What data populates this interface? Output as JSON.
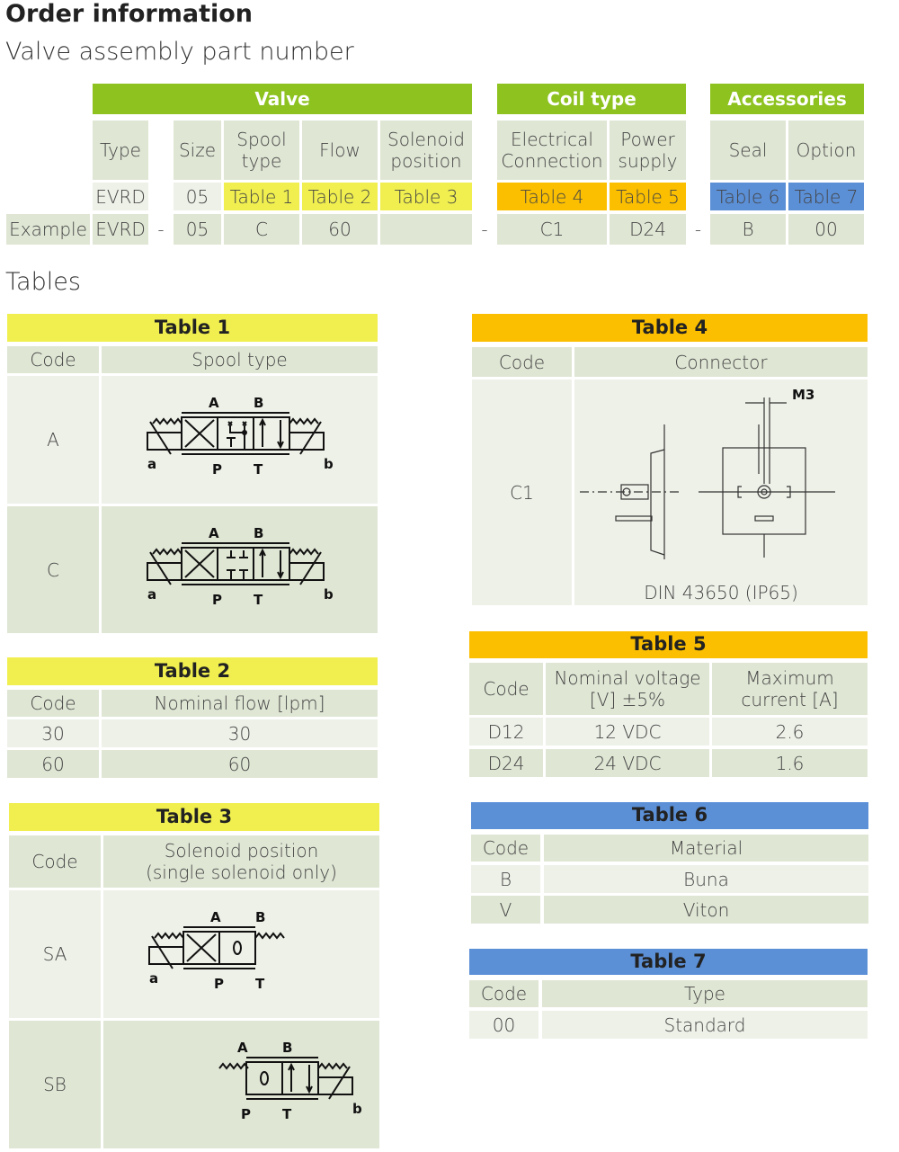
{
  "title": "Order information",
  "subtitle": "Valve assembly part number",
  "groups": {
    "valve": "Valve",
    "coil": "Coil type",
    "acc": "Accessories"
  },
  "cols": {
    "type": "Type",
    "size": "Size",
    "spool": "Spool type",
    "flow": "Flow",
    "solenoid": "Solenoid position",
    "elec": "Electrical Connection",
    "power": "Power supply",
    "seal": "Seal",
    "option": "Option"
  },
  "row": {
    "type": "EVRD",
    "size": "05",
    "spool": "Table 1",
    "flow": "Table 2",
    "solenoid": "Table 3",
    "elec": "Table 4",
    "power": "Table 5",
    "seal": "Table 6",
    "option": "Table 7"
  },
  "example": {
    "label": "Example",
    "type": "EVRD",
    "dash": "-",
    "size": "05",
    "spool": "C",
    "flow": "60",
    "solenoid": "",
    "elec": "C1",
    "power": "D24",
    "seal": "B",
    "option": "00"
  },
  "tables_heading": "Tables",
  "sym": {
    "A": "A",
    "B": "B",
    "P": "P",
    "T": "T",
    "a": "a",
    "b": "b",
    "M3": "M3"
  },
  "t1": {
    "title": "Table 1",
    "code": "Code",
    "col": "Spool type",
    "rows": [
      "A",
      "C"
    ]
  },
  "t2": {
    "title": "Table 2",
    "code": "Code",
    "col": "Nominal flow  [lpm]",
    "rows": [
      [
        "30",
        "30"
      ],
      [
        "60",
        "60"
      ]
    ]
  },
  "t3": {
    "title": "Table 3",
    "code": "Code",
    "col": "Solenoid position\n(single solenoid only)",
    "rows": [
      "SA",
      "SB"
    ]
  },
  "t4": {
    "title": "Table 4",
    "code": "Code",
    "col": "Connector",
    "row": "C1",
    "caption": "DIN 43650 (IP65)"
  },
  "t5": {
    "title": "Table 5",
    "code": "Code",
    "col1": "Nominal voltage [V] ±5%",
    "col2": "Maximum current [A]",
    "rows": [
      [
        "D12",
        "12 VDC",
        "2.6"
      ],
      [
        "D24",
        "24 VDC",
        "1.6"
      ]
    ]
  },
  "t6": {
    "title": "Table 6",
    "code": "Code",
    "col": "Material",
    "rows": [
      [
        "B",
        "Buna"
      ],
      [
        "V",
        "Viton"
      ]
    ]
  },
  "t7": {
    "title": "Table 7",
    "code": "Code",
    "col": "Type",
    "rows": [
      [
        "00",
        "Standard"
      ]
    ]
  }
}
